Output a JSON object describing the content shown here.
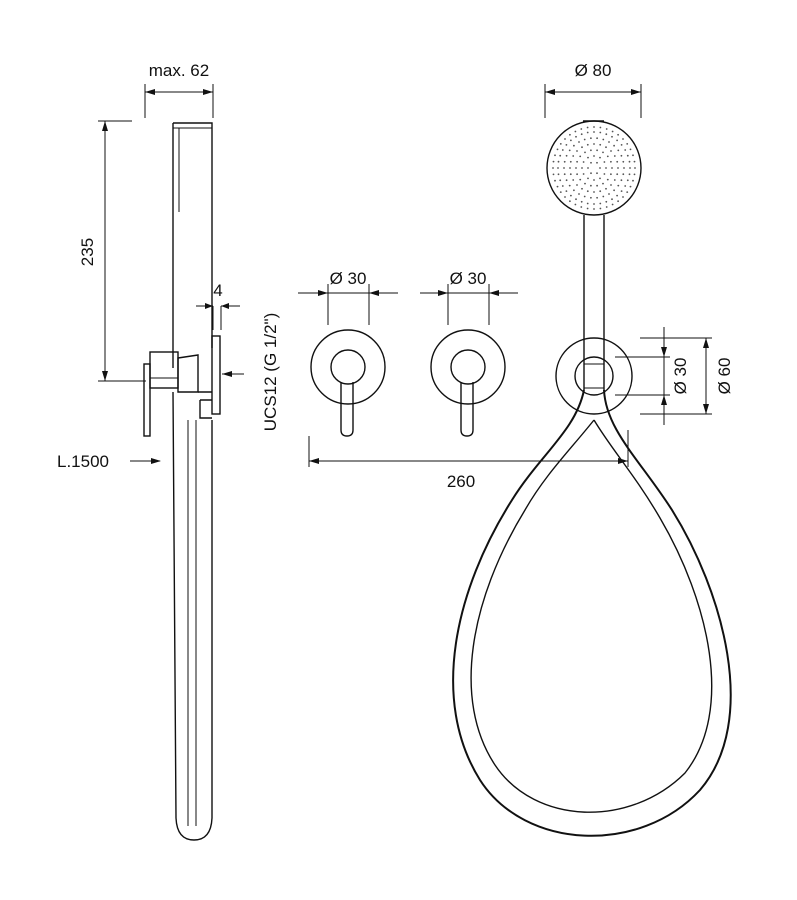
{
  "dimensions": {
    "max_width": "max. 62",
    "height": "235",
    "offset": "4",
    "hose_length": "L.1500",
    "connection": "UCS12 (G 1/2\")",
    "diameter_knob_1": "Ø 30",
    "diameter_knob_2": "Ø 30",
    "diameter_head": "Ø 80",
    "diameter_inner": "Ø 30",
    "diameter_outer": "Ø 60",
    "spacing": "260"
  }
}
